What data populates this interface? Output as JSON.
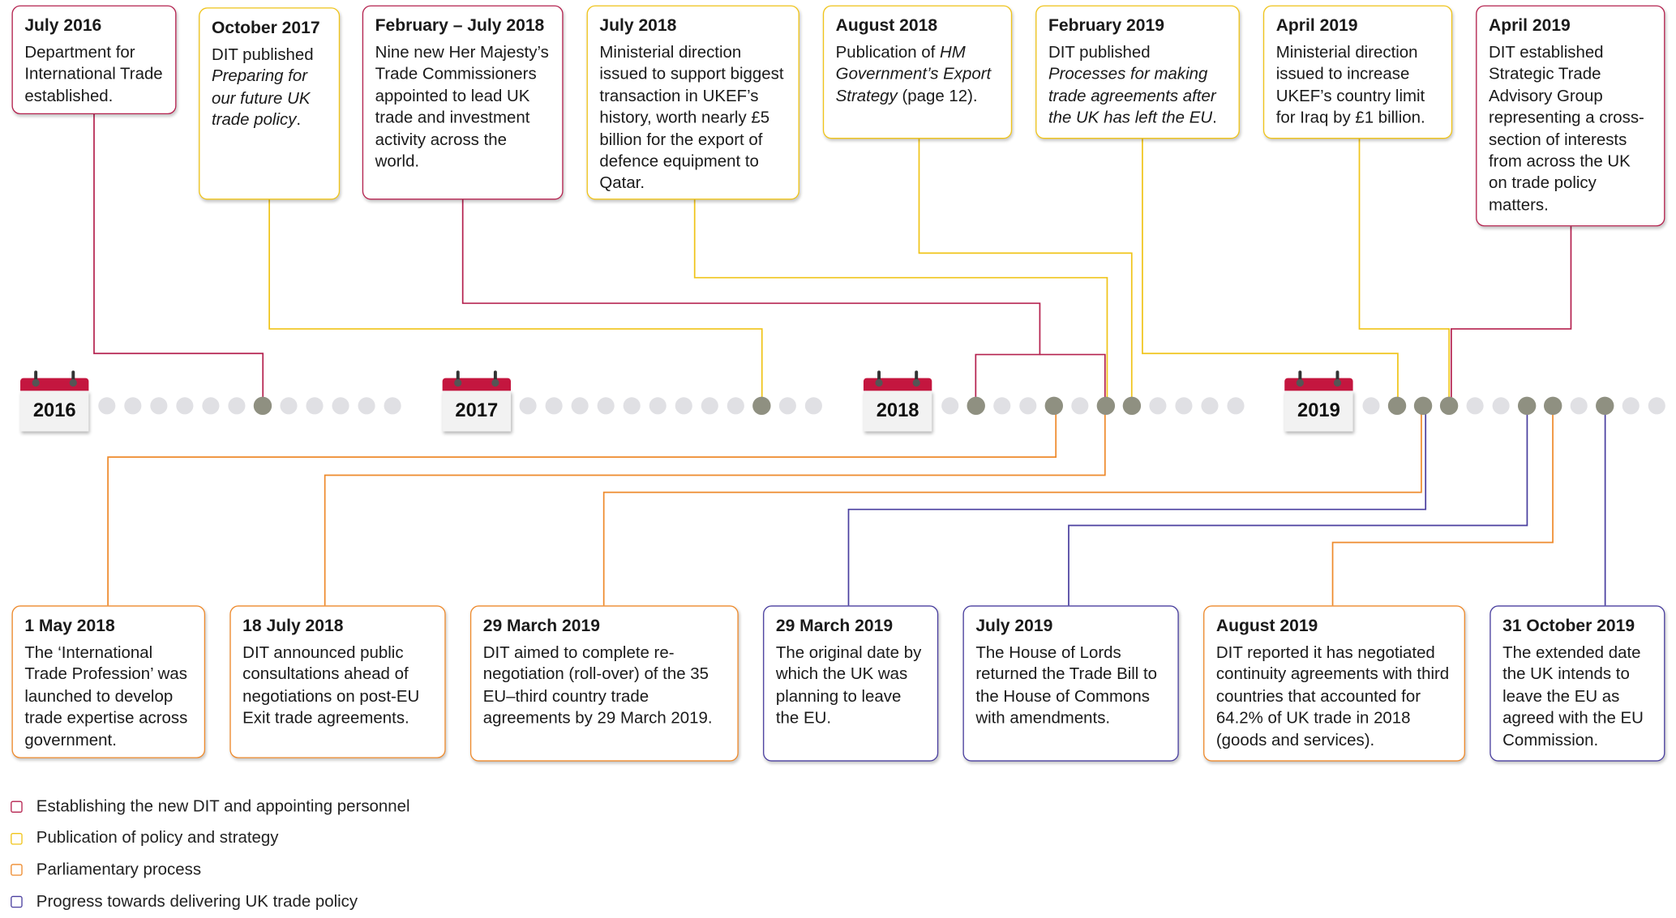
{
  "colors": {
    "establishing": "#b5224f",
    "publication": "#f0c419",
    "parliamentary": "#ee8a2c",
    "progress": "#4a3f9f",
    "dot_empty": "#e0e0e4",
    "dot_filled": "#8f9081",
    "calendar_red": "#c4163f"
  },
  "years": [
    "2016",
    "2017",
    "2018",
    "2019"
  ],
  "events_top": [
    {
      "date": "July 2016",
      "text": "Department for International Trade established.",
      "category": "establishing"
    },
    {
      "date": "October 2017",
      "text_before": "DIT published ",
      "text_italic": "Preparing for our future UK trade policy",
      "text_after": ".",
      "category": "publication"
    },
    {
      "date": "February – July 2018",
      "text": "Nine new Her Majesty’s Trade Commissioners appointed to lead UK trade and investment activity across the world.",
      "category": "establishing"
    },
    {
      "date": "July 2018",
      "text": "Ministerial direction issued to support biggest transaction in UKEF’s history, worth nearly £5 billion for the export of defence equipment to Qatar.",
      "category": "publication"
    },
    {
      "date": "August 2018",
      "text_before": "Publication of ",
      "text_italic": "HM Government’s Export Strategy",
      "text_after": " (page 12).",
      "category": "publication"
    },
    {
      "date": "February 2019",
      "text_before": "DIT published ",
      "text_italic": "Processes for making trade agreements after the UK has left the EU",
      "text_after": ".",
      "category": "publication"
    },
    {
      "date": "April 2019",
      "text": "Ministerial direction issued to increase UKEF’s country limit for Iraq by £1 billion.",
      "category": "publication"
    },
    {
      "date": "April 2019",
      "text": "DIT established Strategic Trade Advisory Group representing a cross-section of interests from across the UK on trade policy matters.",
      "category": "establishing"
    }
  ],
  "events_bottom": [
    {
      "date": "1 May 2018",
      "text": "The ‘International Trade Profession’ was launched to develop trade expertise across government.",
      "category": "parliamentary"
    },
    {
      "date": "18 July 2018",
      "text": "DIT announced public consultations ahead of negotiations on post-EU Exit trade agreements.",
      "category": "parliamentary"
    },
    {
      "date": "29 March 2019",
      "text": "DIT aimed to complete re-negotiation (roll-over) of the 35 EU–third country trade agreements by 29 March 2019.",
      "category": "parliamentary"
    },
    {
      "date": "29 March 2019",
      "text": "The original date by which the UK was planning to leave the EU.",
      "category": "progress"
    },
    {
      "date": "July 2019",
      "text": "The House of Lords returned the Trade Bill to the House of Commons with amendments.",
      "category": "progress"
    },
    {
      "date": "August 2019",
      "text": "DIT reported it has negotiated continuity agreements with third countries that accounted for 64.2% of UK trade in 2018 (goods and services).",
      "category": "parliamentary"
    },
    {
      "date": "31 October 2019",
      "text": "The extended date the UK intends to leave the EU as agreed with the EU Commission.",
      "category": "progress"
    }
  ],
  "legend": [
    {
      "label": "Establishing the new DIT and appointing personnel",
      "color": "#b5224f"
    },
    {
      "label": "Publication of policy and strategy",
      "color": "#f0c419"
    },
    {
      "label": "Parliamentary process",
      "color": "#ee8a2c"
    },
    {
      "label": "Progress towards delivering UK trade policy",
      "color": "#4a3f9f"
    }
  ]
}
